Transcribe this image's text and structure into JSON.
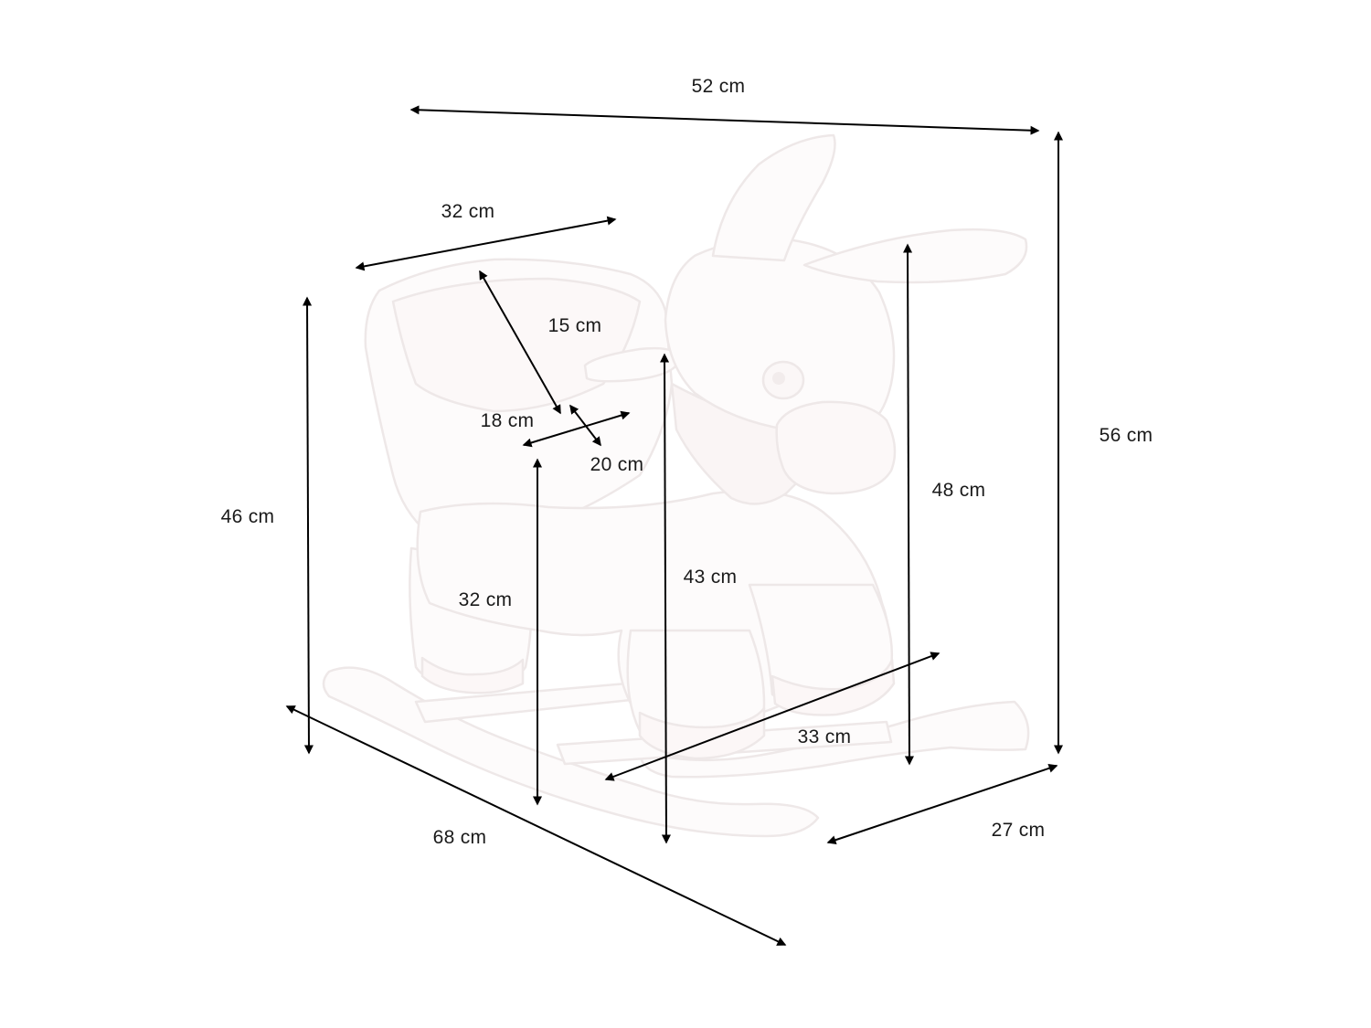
{
  "product": "rocking donkey toy",
  "colors": {
    "outline": "#f1ecec",
    "body_fill": "#fdfbfb",
    "shade": "#f4efef",
    "arrow": "#000000",
    "text": "#1a1a1a"
  },
  "dimensions": {
    "overall_width": "52 cm",
    "overall_height": "56 cm",
    "seat_width": "32 cm",
    "backrest_height": "15 cm",
    "seat_gap": "18 cm",
    "handle_depth": "20 cm",
    "back_height": "46 cm",
    "seat_height": "32 cm",
    "handle_height": "43 cm",
    "head_height": "48 cm",
    "rocker_spread": "33 cm",
    "depth": "27 cm",
    "length": "68 cm"
  }
}
